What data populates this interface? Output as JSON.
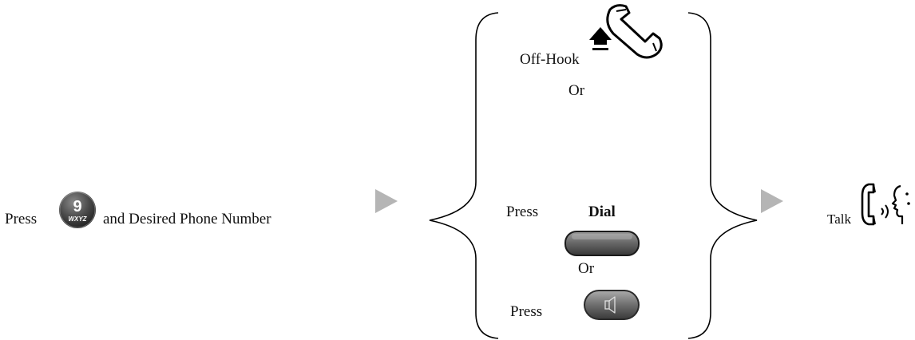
{
  "step1": {
    "press_label": "Press",
    "key_digit": "9",
    "key_letters": "WXYZ",
    "suffix_label": "and Desired Phone Number"
  },
  "options": {
    "offhook_label": "Off-Hook",
    "or_label_1": "Or",
    "press_label_dial": "Press",
    "dial_label": "Dial",
    "or_label_2": "Or",
    "press_label_speaker": "Press"
  },
  "step3": {
    "talk_label": "Talk"
  },
  "colors": {
    "arrow": "#b5b5b5",
    "key_dark": "#3f3f3f",
    "button_gray": "#6c6c6c",
    "line": "#000000"
  },
  "icons": {
    "handset": "handset-off-hook-icon",
    "speaker": "speaker-icon",
    "talk": "talk-icon"
  }
}
